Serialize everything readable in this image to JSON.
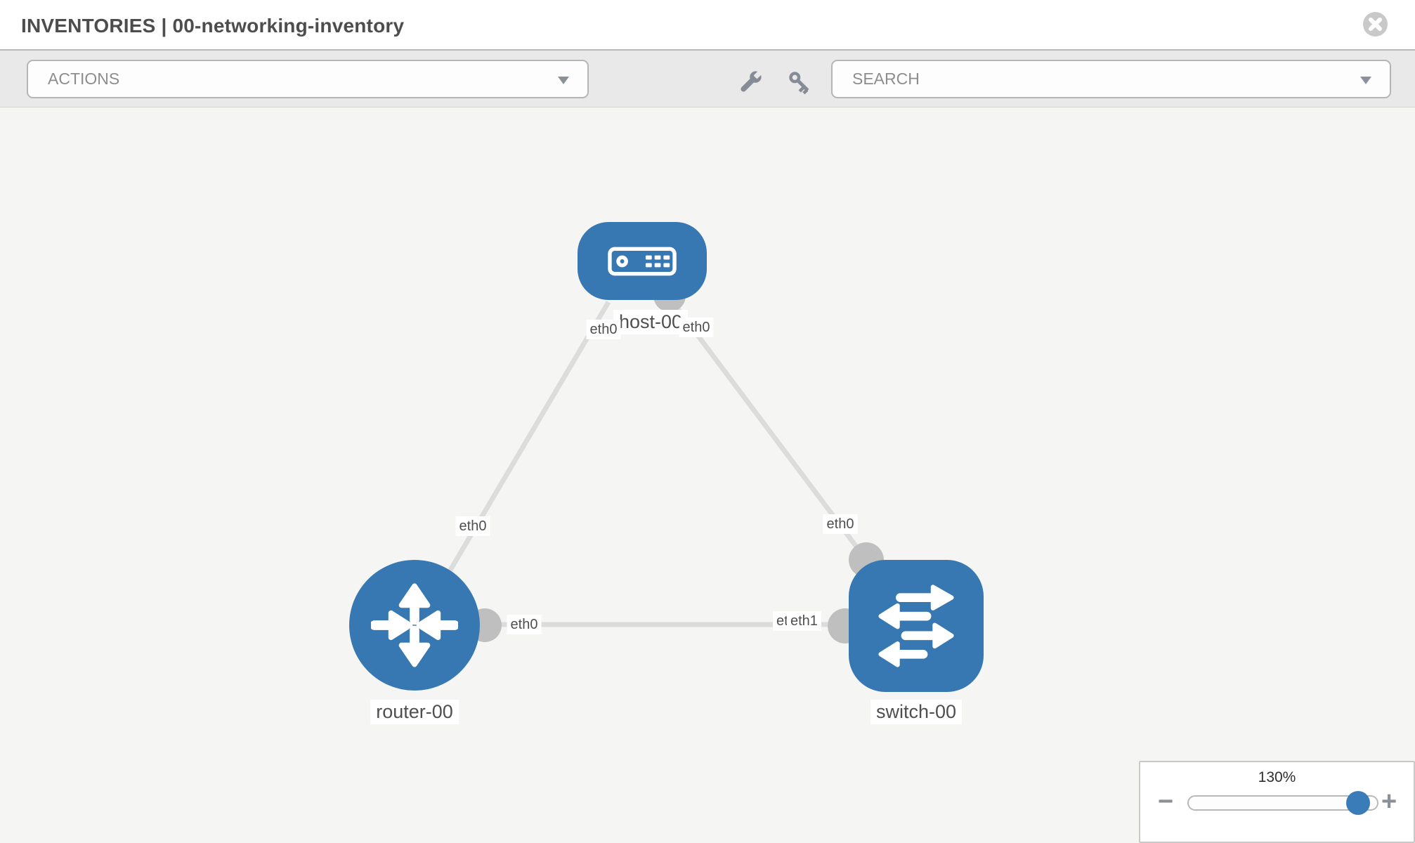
{
  "header": {
    "title": "INVENTORIES | 00-networking-inventory"
  },
  "toolbar": {
    "actions_label": "ACTIONS",
    "search_label": "SEARCH"
  },
  "topology": {
    "nodes": [
      {
        "id": "host-00",
        "type": "host",
        "label": "host-00"
      },
      {
        "id": "router-00",
        "type": "router",
        "label": "router-00"
      },
      {
        "id": "switch-00",
        "type": "switch",
        "label": "switch-00"
      }
    ],
    "links": [
      {
        "from": "host-00",
        "from_if": "eth0",
        "to": "router-00",
        "to_if": "eth0"
      },
      {
        "from": "host-00",
        "from_if": "eth0",
        "to": "switch-00",
        "to_if": "eth0"
      },
      {
        "from": "router-00",
        "from_if": "eth0",
        "to": "switch-00",
        "to_if": "eth1"
      }
    ],
    "iface_labels": [
      {
        "text": "eth0"
      },
      {
        "text": "eth0"
      },
      {
        "text": "eth0"
      },
      {
        "text": "eth0"
      },
      {
        "text": "eth0"
      },
      {
        "text": "eth0"
      },
      {
        "text": "eth1"
      }
    ]
  },
  "zoom": {
    "level": "130%",
    "minus": "−",
    "plus": "+"
  },
  "colors": {
    "node_blue": "#3878b2",
    "link_gray": "#dcdcdc",
    "endpoint_gray": "#bfbfbf",
    "toolbar_bg": "#e9e9e9",
    "canvas_bg": "#f5f5f4"
  }
}
